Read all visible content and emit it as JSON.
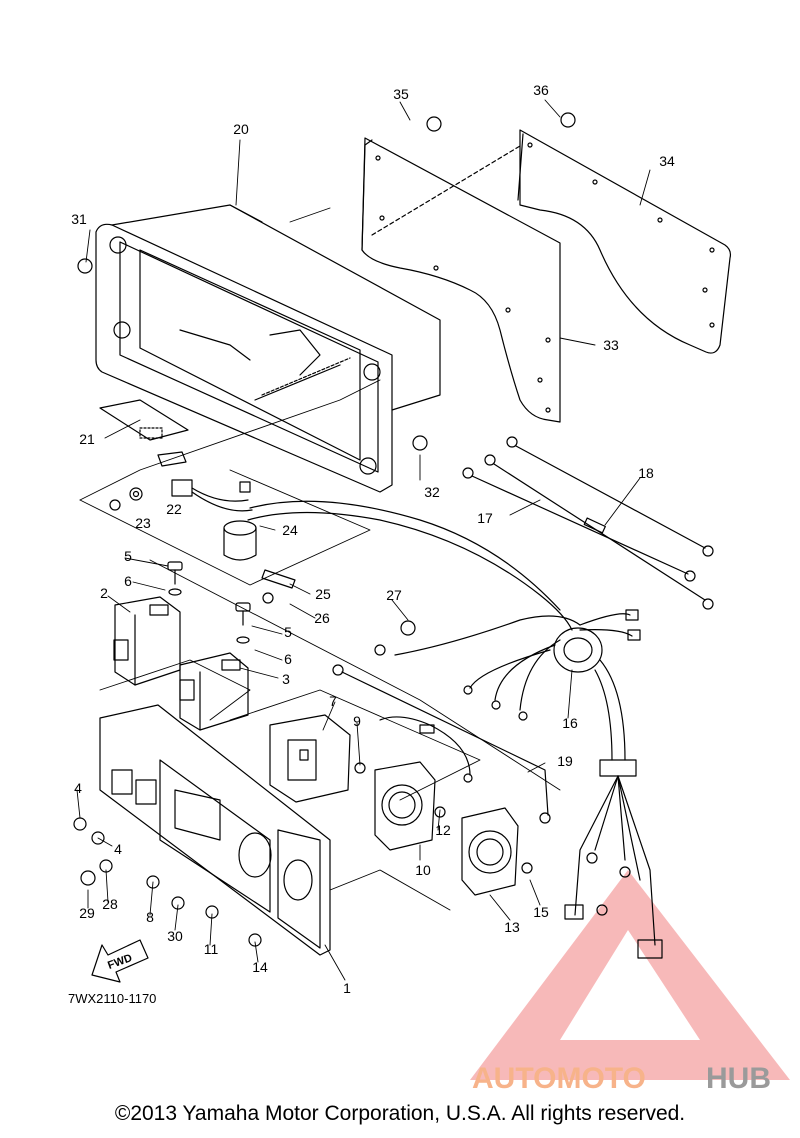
{
  "diagram": {
    "part_code": "7WX2110-1170",
    "fwd_label": "FWD",
    "callouts": [
      {
        "id": "c1",
        "label": "1"
      },
      {
        "id": "c2",
        "label": "2"
      },
      {
        "id": "c3",
        "label": "3"
      },
      {
        "id": "c4a",
        "label": "4"
      },
      {
        "id": "c4b",
        "label": "4"
      },
      {
        "id": "c5a",
        "label": "5"
      },
      {
        "id": "c5b",
        "label": "5"
      },
      {
        "id": "c6a",
        "label": "6"
      },
      {
        "id": "c6b",
        "label": "6"
      },
      {
        "id": "c7",
        "label": "7"
      },
      {
        "id": "c8",
        "label": "8"
      },
      {
        "id": "c9",
        "label": "9"
      },
      {
        "id": "c10",
        "label": "10"
      },
      {
        "id": "c11",
        "label": "11"
      },
      {
        "id": "c12",
        "label": "12"
      },
      {
        "id": "c13",
        "label": "13"
      },
      {
        "id": "c14",
        "label": "14"
      },
      {
        "id": "c15",
        "label": "15"
      },
      {
        "id": "c16",
        "label": "16"
      },
      {
        "id": "c17",
        "label": "17"
      },
      {
        "id": "c18",
        "label": "18"
      },
      {
        "id": "c19",
        "label": "19"
      },
      {
        "id": "c20",
        "label": "20"
      },
      {
        "id": "c21",
        "label": "21"
      },
      {
        "id": "c22",
        "label": "22"
      },
      {
        "id": "c23",
        "label": "23"
      },
      {
        "id": "c24",
        "label": "24"
      },
      {
        "id": "c25",
        "label": "25"
      },
      {
        "id": "c26",
        "label": "26"
      },
      {
        "id": "c27",
        "label": "27"
      },
      {
        "id": "c28",
        "label": "28"
      },
      {
        "id": "c29",
        "label": "29"
      },
      {
        "id": "c30",
        "label": "30"
      },
      {
        "id": "c31",
        "label": "31"
      },
      {
        "id": "c32",
        "label": "32"
      },
      {
        "id": "c33",
        "label": "33"
      },
      {
        "id": "c34",
        "label": "34"
      },
      {
        "id": "c35",
        "label": "35"
      },
      {
        "id": "c36",
        "label": "36"
      }
    ]
  },
  "watermark": {
    "brand_a": "AUTOMOTO",
    "brand_b": "HUB",
    "color_a": "#f7b38a",
    "color_b": "#9a9a9a",
    "triangle_color": "#f08080"
  },
  "footer": {
    "copyright": "©2013 Yamaha Motor Corporation, U.S.A. All rights reserved."
  }
}
